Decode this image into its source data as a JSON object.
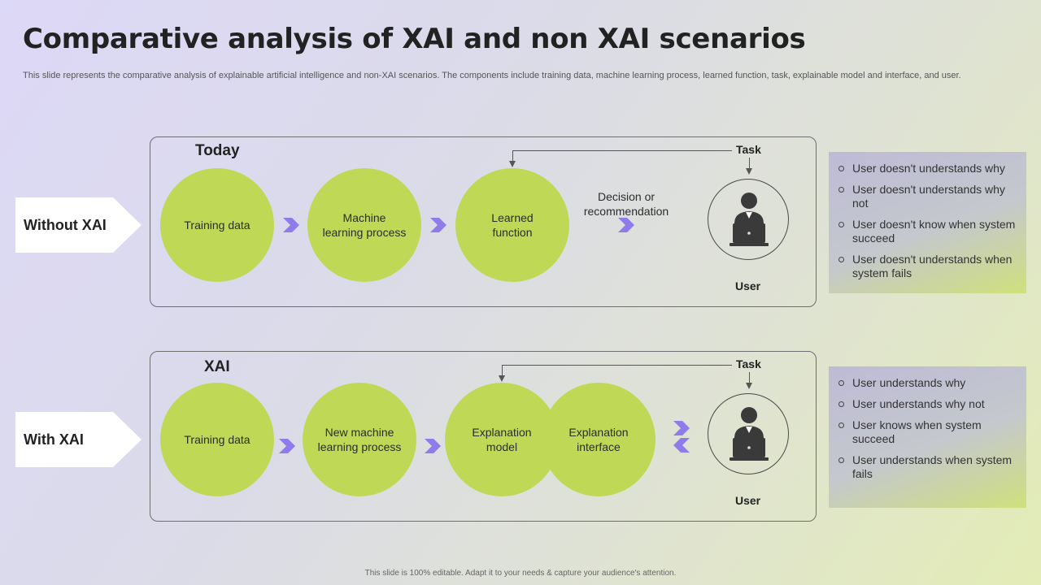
{
  "title": "Comparative analysis of XAI and non XAI scenarios",
  "subtitle": "This slide represents the comparative analysis of explainable artificial intelligence and non-XAI scenarios. The components include training data, machine learning process, learned function, task, explainable model and interface, and user.",
  "without_xai": {
    "tag": "Without XAI",
    "panel_title": "Today",
    "circles": [
      "Training data",
      "Machine learning process",
      "Learned function"
    ],
    "decision": "Decision or recommendation",
    "task": "Task",
    "user": "User",
    "points": [
      "User doesn't understands why",
      "User doesn't understands why not",
      "User doesn't know when system succeed",
      "User doesn't understands when system fails"
    ]
  },
  "with_xai": {
    "tag": "With XAI",
    "panel_title": "XAI",
    "circles": [
      "Training data",
      "New machine learning process",
      "Explanation model",
      "Explanation interface"
    ],
    "task": "Task",
    "user": "User",
    "points": [
      "User understands why",
      "User understands why not",
      "User knows when system succeed",
      "User understands when system fails"
    ]
  },
  "icons": {
    "chevron": "chevron-right-icon",
    "user": "user-with-laptop-icon",
    "bullet": "circle-bullet-icon"
  },
  "colors": {
    "circle": "#bfd957",
    "chevron": "#8f7bea",
    "tag_bg": "#ffffff"
  },
  "footer": "This slide is 100% editable. Adapt it to your needs & capture your audience's attention."
}
